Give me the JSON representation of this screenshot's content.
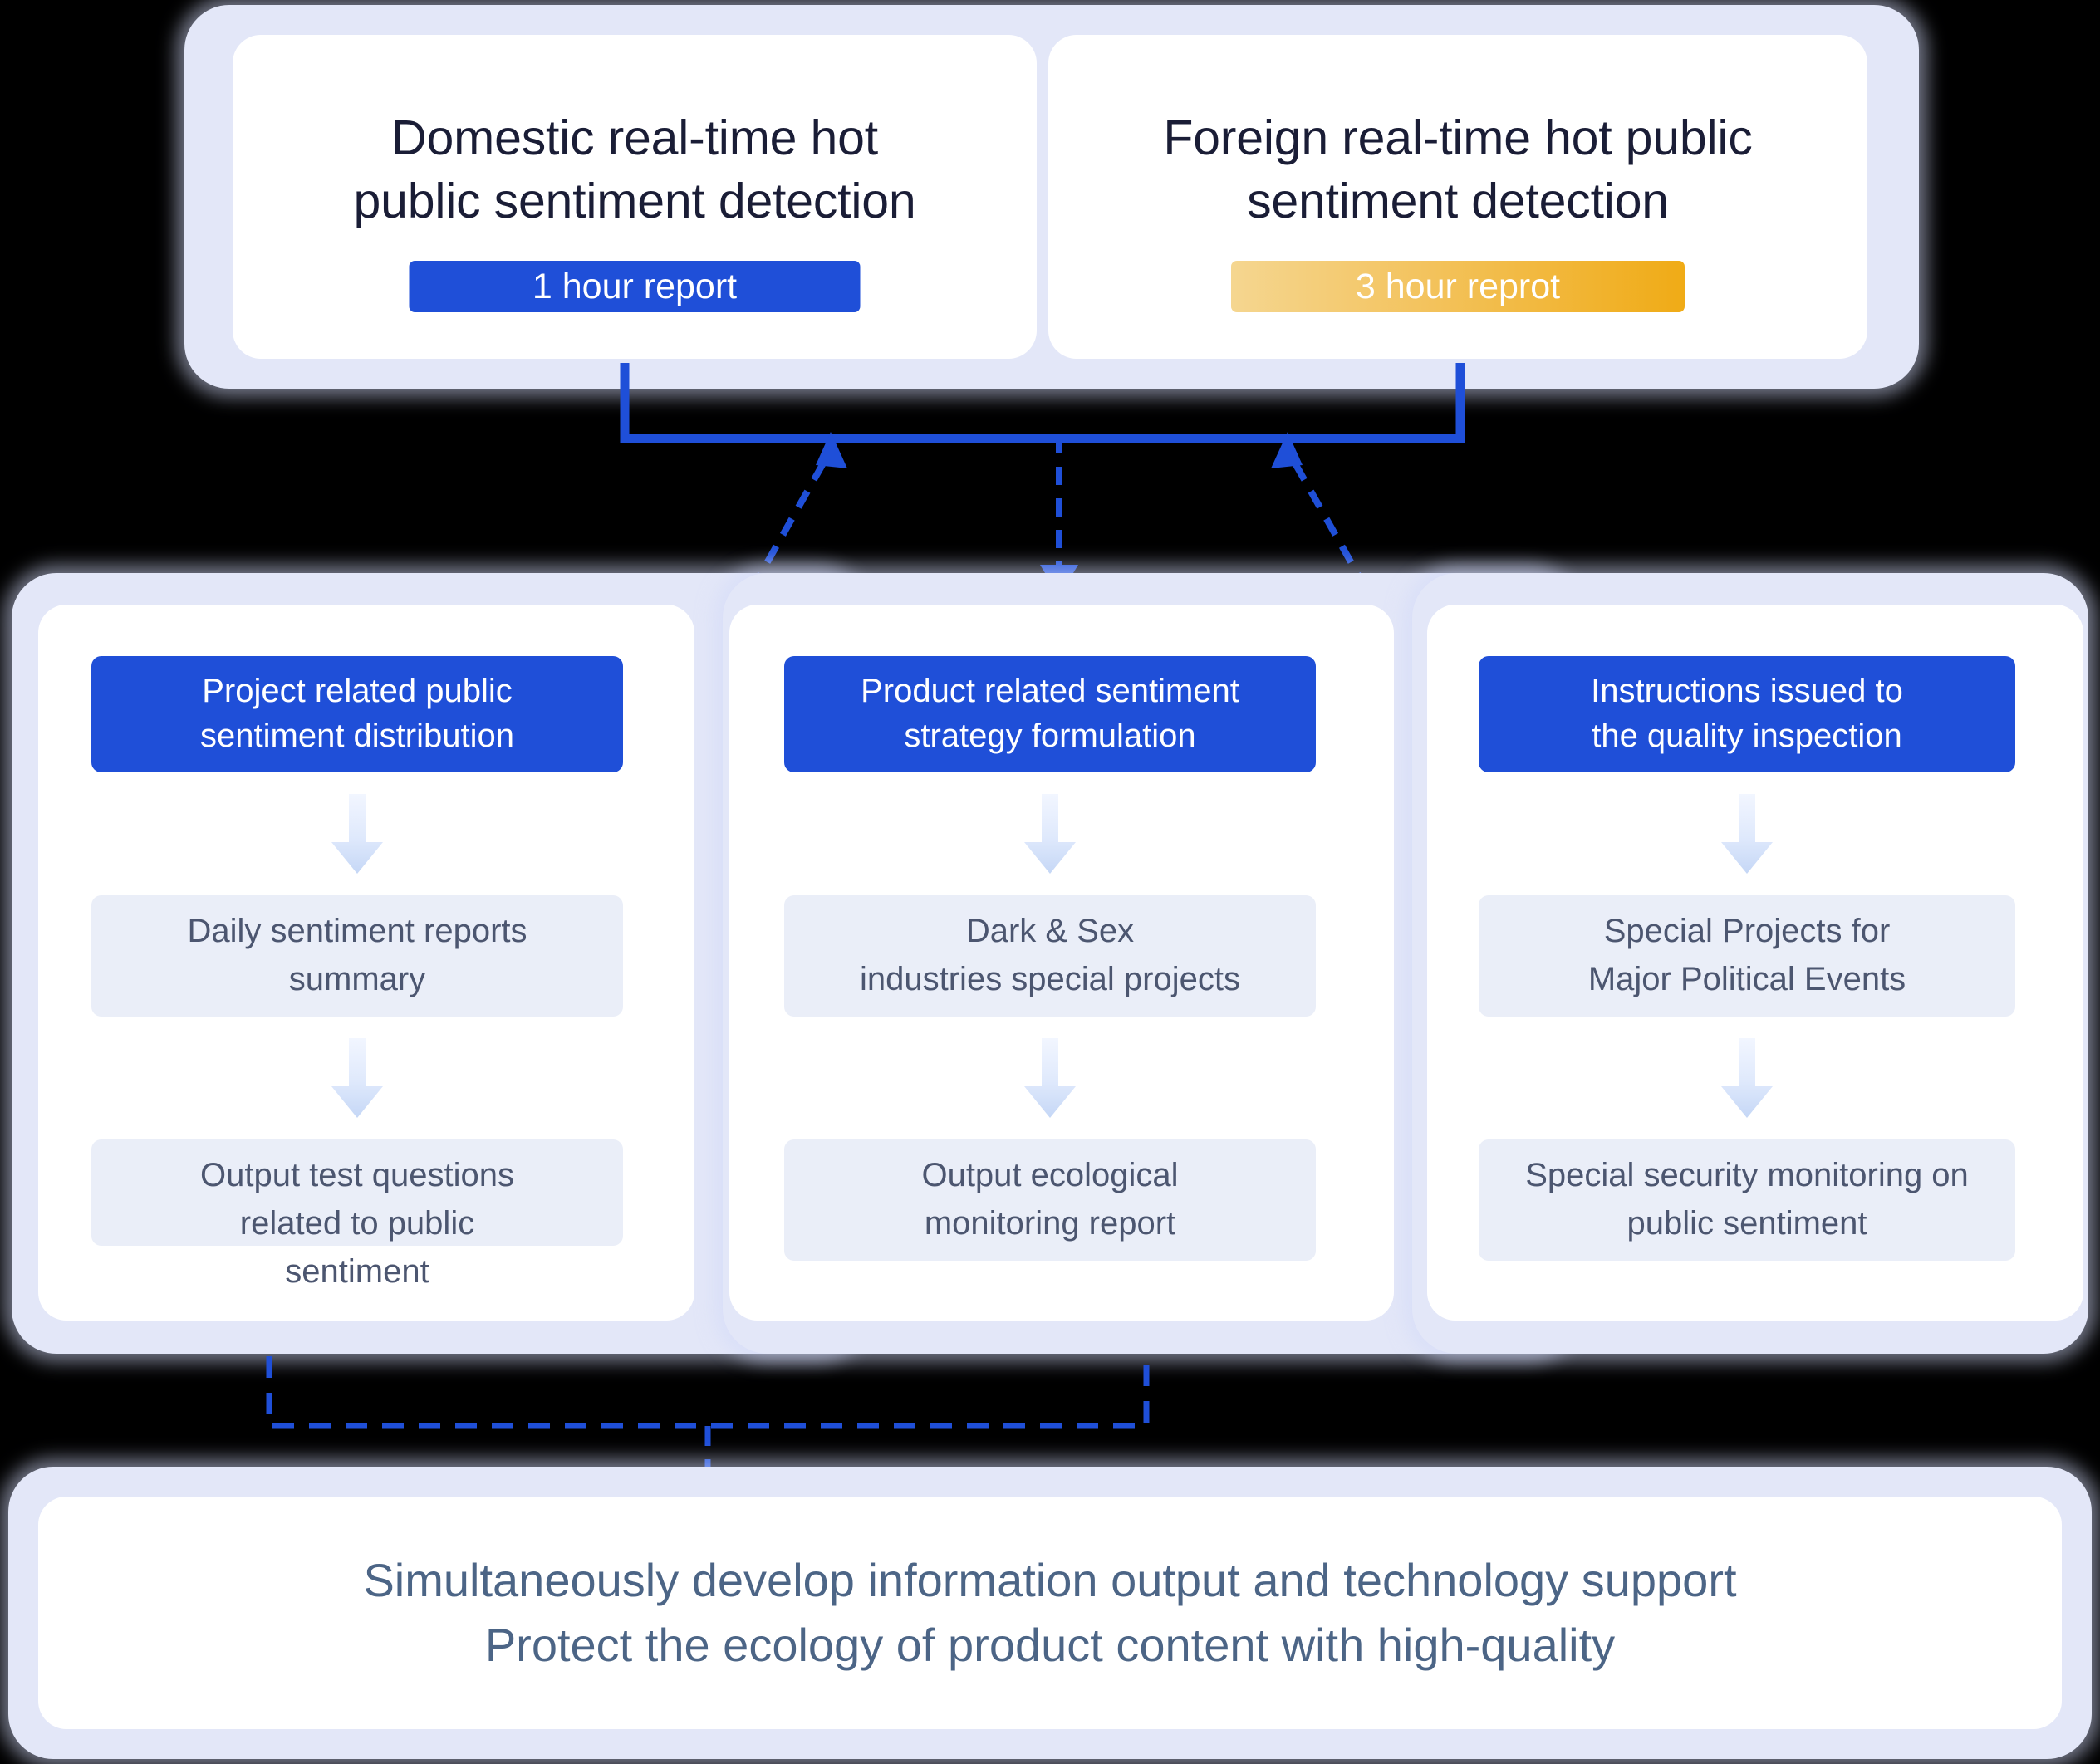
{
  "top": {
    "panels": [
      {
        "title": "Domestic real-time hot\npublic sentiment detection",
        "badge": "1 hour report",
        "badge_color": "#1f4fd8"
      },
      {
        "title": "Foreign real-time hot public\nsentiment detection",
        "badge": "3 hour reprot",
        "badge_color": "#f0ab16"
      }
    ]
  },
  "middle": {
    "columns": [
      {
        "header": "Project related public\nsentiment distribution",
        "steps": [
          "Daily sentiment reports\nsummary",
          "Output test questions\nrelated to public\nsentiment"
        ]
      },
      {
        "header": "Product related sentiment\nstrategy formulation",
        "steps": [
          "Dark & Sex\nindustries special projects",
          "Output ecological\nmonitoring report"
        ]
      },
      {
        "header": "Instructions issued to\nthe quality inspection",
        "steps": [
          "Special Projects for\nMajor Political Events",
          "Special security monitoring on\npublic sentiment"
        ]
      }
    ]
  },
  "bottom": {
    "text": "Simultaneously develop information output and technology support\nProtect the ecology of product content with high-quality"
  },
  "colors": {
    "accent_blue": "#1f4fd8",
    "accent_yellow": "#f0ab16",
    "frame": "#e3e7f8",
    "step_bg": "#eaeef8",
    "step_text": "#4c5670",
    "title_text": "#1a1d36",
    "banner_text": "#4c6586",
    "connector": "#1f4fd8",
    "arrow_gradient_top": "#eef3fe",
    "arrow_gradient_bottom": "#c9d9f7"
  }
}
